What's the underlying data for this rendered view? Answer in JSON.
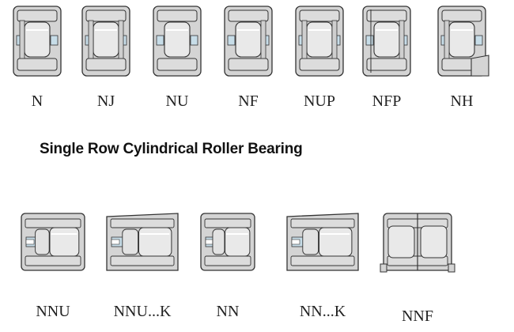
{
  "heading": "Single Row Cylindrical Roller Bearing",
  "colors": {
    "ring_fill": "#d4d4d4",
    "roller_fill": "#e9e9e9",
    "bore_fill": "#c7dde8",
    "outline": "#333333",
    "label": "#222222"
  },
  "bearings_row1": [
    {
      "label": "N",
      "icon": "bearing-type-N-icon"
    },
    {
      "label": "NJ",
      "icon": "bearing-type-NJ-icon"
    },
    {
      "label": "NU",
      "icon": "bearing-type-NU-icon"
    },
    {
      "label": "NF",
      "icon": "bearing-type-NF-icon"
    },
    {
      "label": "NUP",
      "icon": "bearing-type-NUP-icon"
    },
    {
      "label": "NFP",
      "icon": "bearing-type-NFP-icon"
    },
    {
      "label": "NH",
      "icon": "bearing-type-NH-icon"
    }
  ],
  "bearings_row2": [
    {
      "label": "NNU",
      "icon": "bearing-type-NNU-icon"
    },
    {
      "label": "NNU...K",
      "icon": "bearing-type-NNU-K-icon"
    },
    {
      "label": "NN",
      "icon": "bearing-type-NN-icon"
    },
    {
      "label": "NN...K",
      "icon": "bearing-type-NN-K-icon"
    },
    {
      "label": "NNF",
      "icon": "bearing-type-NNF-icon"
    }
  ]
}
